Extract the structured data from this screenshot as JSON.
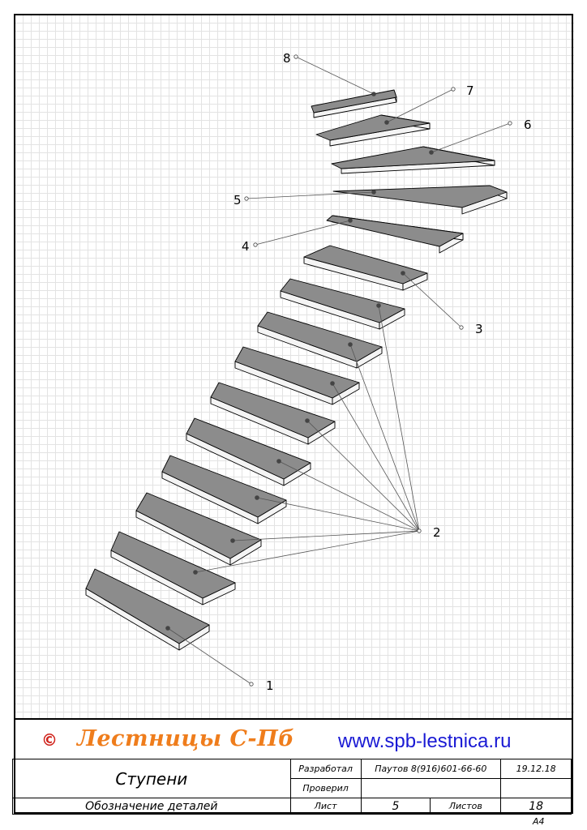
{
  "callouts": [
    "1",
    "2",
    "3",
    "4",
    "5",
    "6",
    "7",
    "8"
  ],
  "footer": {
    "copyright": "©",
    "brand": "Лестницы С-Пб",
    "website": "www.spb-lestnica.ru",
    "part_name": "Ступени",
    "designation": "Обозначение деталей",
    "developed_label": "Разработал",
    "developer": "Паутов 8(916)601-66-60",
    "date": "19.12.18",
    "checked_label": "Проверил",
    "sheet_label": "Лист",
    "sheet_number": "5",
    "sheets_label": "Листов",
    "sheets_total": "18",
    "format": "A4"
  },
  "colors": {
    "tread_top": "#8c8c8c",
    "tread_side": "#f4f4f4",
    "brand": "#ef7d1c",
    "website": "#1a1ad4",
    "copyright": "#d0221b"
  }
}
